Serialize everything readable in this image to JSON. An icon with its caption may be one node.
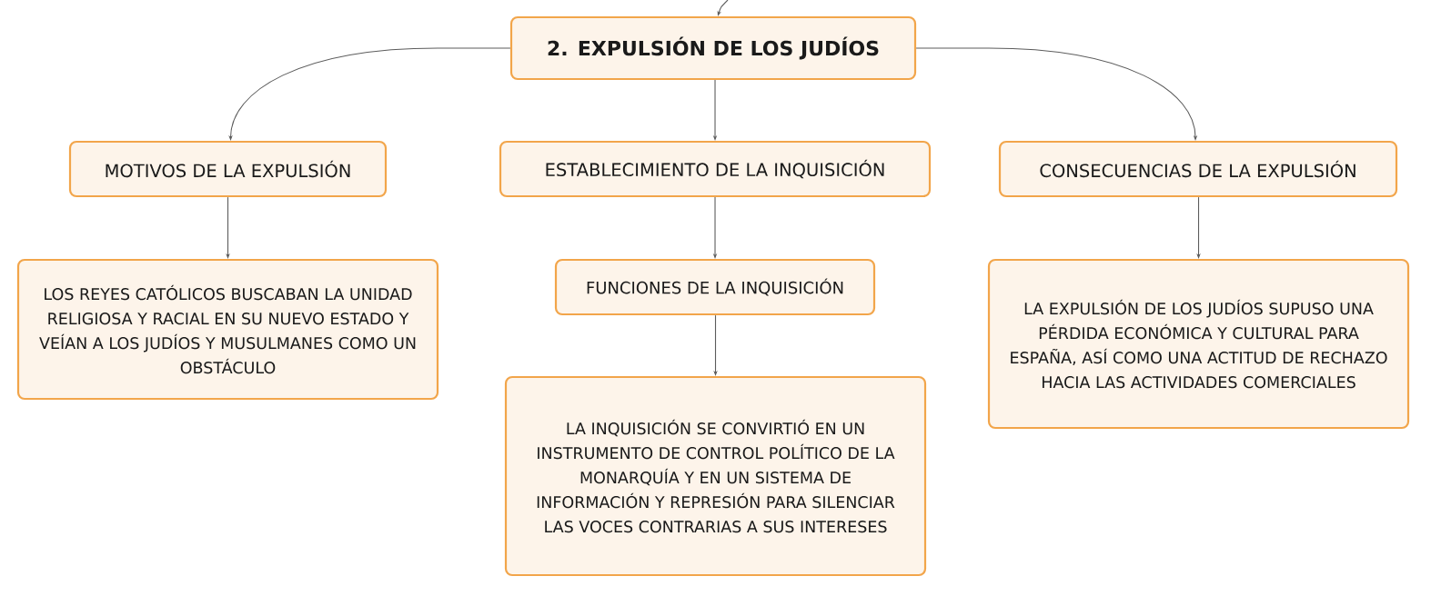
{
  "diagram": {
    "nodes": [
      {
        "text": [
          "2. EXPULSIÓN DE LOS JUDÍOS"
        ]
      },
      {
        "text": [
          "MOTIVOS DE LA EXPULSIÓN"
        ]
      },
      {
        "text": [
          "ESTABLECIMIENTO DE LA INQUISICIÓN"
        ]
      },
      {
        "text": [
          "CONSECUENCIAS DE LA EXPULSIÓN"
        ]
      },
      {
        "text": [
          "LOS REYES CATÓLICOS BUSCABAN LA UNIDAD RELIGIOSA Y RACIAL EN SU NUEVO ESTADO Y VEÍAN A LOS JUDÍOS Y MUSULMANES COMO UN OBSTÁCULO"
        ]
      },
      {
        "text": [
          "FUNCIONES DE LA INQUISICIÓN"
        ]
      },
      {
        "text": [
          "LA EXPULSIÓN DE LOS JUDÍOS SUPUSO UNA PÉRDIDA ECONÓMICA Y CULTURAL PARA ESPAÑA, ASÍ COMO UNA ACTITUD DE RECHAZO HACIA LAS ACTIVIDADES COMERCIALES"
        ]
      },
      {
        "text": [
          "LA INQUISICIÓN SE CONVIRTIÓ EN UN INSTRUMENTO DE CONTROL POLÍTICO DE LA MONARQUÍA Y EN UN SISTEMA DE INFORMACIÓN Y REPRESIÓN PARA SILENCIAR LAS VOCES CONTRARIAS A SUS INTERESES"
        ]
      }
    ],
    "edges": [
      {
        "from": null,
        "to": 0,
        "arrow": "to"
      },
      {
        "from": 0,
        "to": 1,
        "arrow": "to"
      },
      {
        "from": 0,
        "to": 2,
        "arrow": "to"
      },
      {
        "from": 0,
        "to": 3,
        "arrow": "to"
      },
      {
        "from": 1,
        "to": 4,
        "arrow": "to"
      },
      {
        "from": 2,
        "to": 5,
        "arrow": "to"
      },
      {
        "from": 3,
        "to": 6,
        "arrow": "to"
      },
      {
        "from": 5,
        "to": 7,
        "arrow": "to"
      }
    ]
  }
}
